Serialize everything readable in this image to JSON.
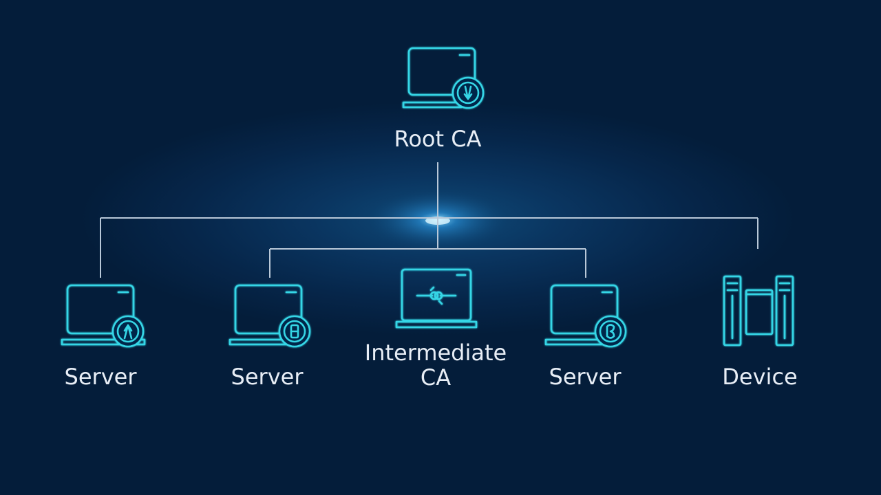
{
  "diagram": {
    "nodes": {
      "root": {
        "label": "Root CA",
        "icon": "laptop-certificate-icon"
      },
      "server_1": {
        "label": "Server",
        "icon": "laptop-certificate-icon"
      },
      "server_2": {
        "label": "Server",
        "icon": "laptop-certificate-icon"
      },
      "intermediate": {
        "label_line1": "Intermediate",
        "label_line2": "CA",
        "icon": "laptop-link-icon"
      },
      "server_3": {
        "label": "Server",
        "icon": "laptop-certificate-icon"
      },
      "device": {
        "label": "Device",
        "icon": "server-rack-icon"
      }
    },
    "colors": {
      "background": "#04203f",
      "icon_stroke": "#35d6e6",
      "connector": "#b9c8d8",
      "glow": "#1a7fd0",
      "label": "#e8eef6"
    }
  }
}
